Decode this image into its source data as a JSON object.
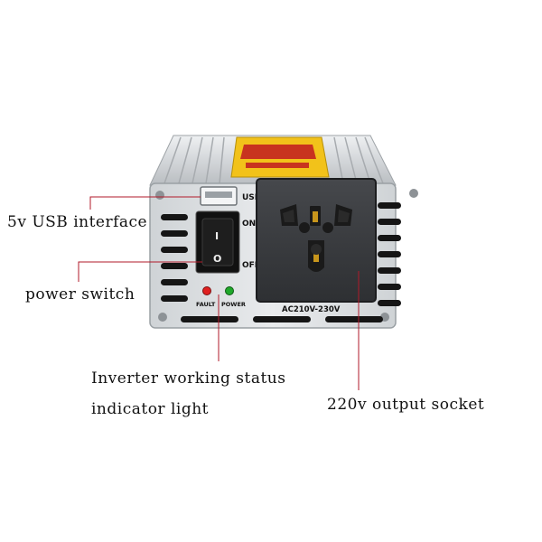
{
  "product": {
    "panel_labels": {
      "usb": "USB",
      "on": "ON",
      "off": "OFF",
      "fault": "FAULT",
      "power": "POWER",
      "socket_rating": "AC210V-230V"
    },
    "switch_symbols": {
      "on": "I",
      "off": "O"
    },
    "colors": {
      "casing": "#d9dcdf",
      "panel_black": "#1a1a1a",
      "socket_face": "#3b3d40",
      "fault_led": "#e02020",
      "power_led": "#1fa82a",
      "callout_line": "#b11a2a"
    }
  },
  "callouts": {
    "usb_interface": "5v USB interface",
    "power_switch": "power switch",
    "status_light_line1": "Inverter working status",
    "status_light_line2": "indicator light",
    "output_socket": "220v output socket"
  }
}
